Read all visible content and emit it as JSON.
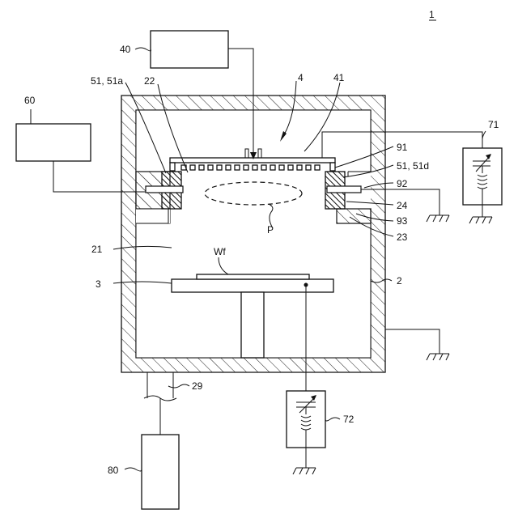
{
  "figure_number": "1",
  "labels": {
    "controller_40": "40",
    "controller_60": "60",
    "pump_80": "80",
    "showerhead": "4",
    "showerhead_plate": "41",
    "heater_51a": "51, 51a",
    "heater_51d": "51, 51d",
    "chamber_wall": "2",
    "processing_space": "21",
    "inner_wall_22": "22",
    "ledge_23": "23",
    "insulator_24": "24",
    "exhaust_pipe": "29",
    "stage": "3",
    "wafer": "Wf",
    "plasma": "P",
    "rf_source_71": "71",
    "rf_source_72": "72",
    "seal_91": "91",
    "seal_92": "92",
    "seal_93": "93"
  }
}
